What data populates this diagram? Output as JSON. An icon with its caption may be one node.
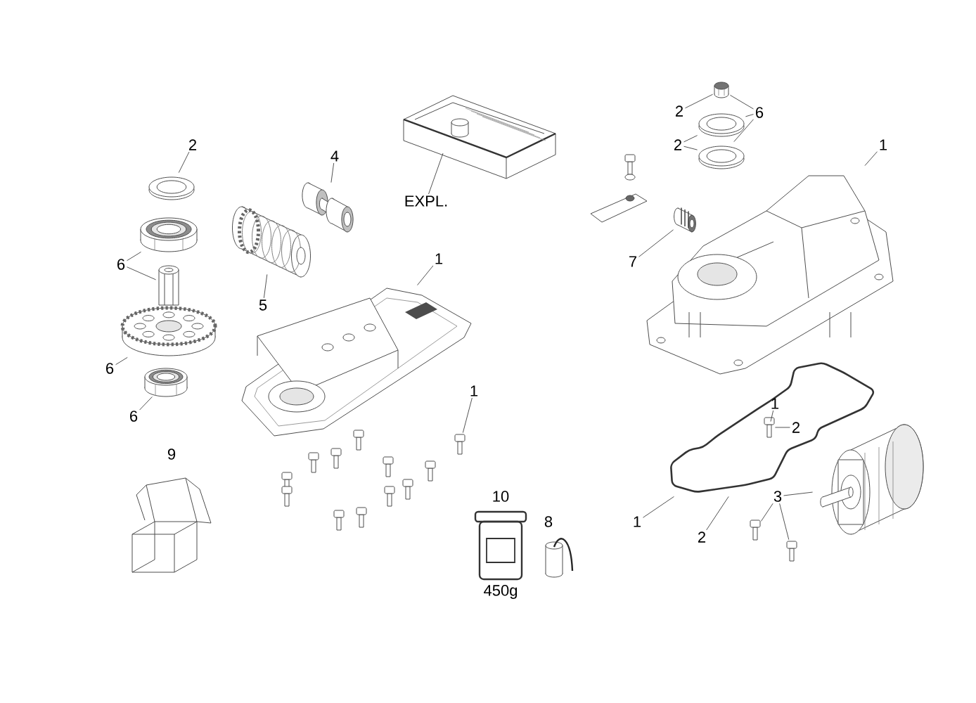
{
  "diagram": {
    "nodes": [
      {
        "text": [
          "2"
        ]
      },
      {
        "text": [],
        "shape": "picture"
      },
      {
        "text": [],
        "shape": "picture"
      },
      {
        "text": [
          "6"
        ]
      },
      {
        "text": [],
        "shape": "picture"
      },
      {
        "text": [],
        "shape": "picture"
      },
      {
        "text": [
          "6"
        ]
      },
      {
        "text": [],
        "shape": "picture"
      },
      {
        "text": [
          "6"
        ]
      },
      {
        "text": [
          "4"
        ]
      },
      {
        "text": [],
        "shape": "picture"
      },
      {
        "text": [],
        "shape": "picture"
      },
      {
        "text": [
          "5"
        ]
      },
      {
        "text": [],
        "shape": "picture"
      },
      {
        "text": [
          "EXPL."
        ]
      },
      {
        "text": [],
        "shape": "picture"
      },
      {
        "text": [
          "1"
        ]
      },
      {
        "text": [
          "1"
        ]
      },
      {
        "text": [],
        "shape": "picture"
      },
      {
        "text": [
          "2"
        ]
      },
      {
        "text": [
          "2"
        ]
      },
      {
        "text": [
          "6"
        ]
      },
      {
        "text": [],
        "shape": "picture"
      },
      {
        "text": [],
        "shape": "picture"
      },
      {
        "text": [],
        "shape": "picture"
      },
      {
        "text": [
          "1"
        ]
      },
      {
        "text": [],
        "shape": "picture"
      },
      {
        "text": [],
        "shape": "picture"
      },
      {
        "text": [
          "7"
        ]
      },
      {
        "text": [],
        "shape": "picture"
      },
      {
        "text": [
          "1"
        ],
        "in": 29
      },
      {
        "text": [
          "2"
        ],
        "in": 29
      },
      {
        "text": [],
        "shape": "picture",
        "in": 29
      },
      {
        "text": [
          "1"
        ]
      },
      {
        "text": [
          "2"
        ]
      },
      {
        "text": [
          "3"
        ]
      },
      {
        "text": [],
        "shape": "picture"
      },
      {
        "text": [],
        "shape": "picture"
      },
      {
        "text": [],
        "shape": "picture"
      }
    ],
    "edges": [
      {
        "from": 0,
        "to": 1,
        "arrow": "none"
      },
      {
        "from": 3,
        "to": 2,
        "arrow": "none"
      },
      {
        "from": 3,
        "to": 4,
        "arrow": "none"
      },
      {
        "from": 6,
        "to": 5,
        "arrow": "none"
      },
      {
        "from": 8,
        "to": 7,
        "arrow": "none"
      },
      {
        "from": 9,
        "to": 10,
        "arrow": "none"
      },
      {
        "from": 12,
        "to": 11,
        "arrow": "none"
      },
      {
        "from": 14,
        "to": 13,
        "arrow": "none"
      },
      {
        "from": 16,
        "to": 15,
        "arrow": "none"
      },
      {
        "from": 17,
        "to": 18,
        "arrow": "none"
      },
      {
        "from": 19,
        "to": 22,
        "arrow": "none"
      },
      {
        "from": 20,
        "to": 23,
        "arrow": "none"
      },
      {
        "from": 20,
        "to": 24,
        "arrow": "none"
      },
      {
        "from": 21,
        "to": 22,
        "arrow": "none"
      },
      {
        "from": 21,
        "to": 23,
        "arrow": "none"
      },
      {
        "from": 21,
        "to": 24,
        "arrow": "none"
      },
      {
        "from": 25,
        "to": 26,
        "arrow": "none"
      },
      {
        "from": 28,
        "to": 27,
        "arrow": "none"
      },
      {
        "from": 30,
        "to": 32,
        "arrow": "none"
      },
      {
        "from": 31,
        "to": 32,
        "arrow": "none"
      },
      {
        "from": 33,
        "to": 29,
        "arrow": "none"
      },
      {
        "from": 34,
        "to": 29,
        "arrow": "none"
      },
      {
        "from": 35,
        "to": 36,
        "arrow": "none"
      },
      {
        "from": 35,
        "to": 37,
        "arrow": "none"
      },
      {
        "from": 35,
        "to": 38,
        "arrow": "none"
      }
    ],
    "labels": [
      "9",
      "10",
      "450g",
      "8"
    ]
  }
}
